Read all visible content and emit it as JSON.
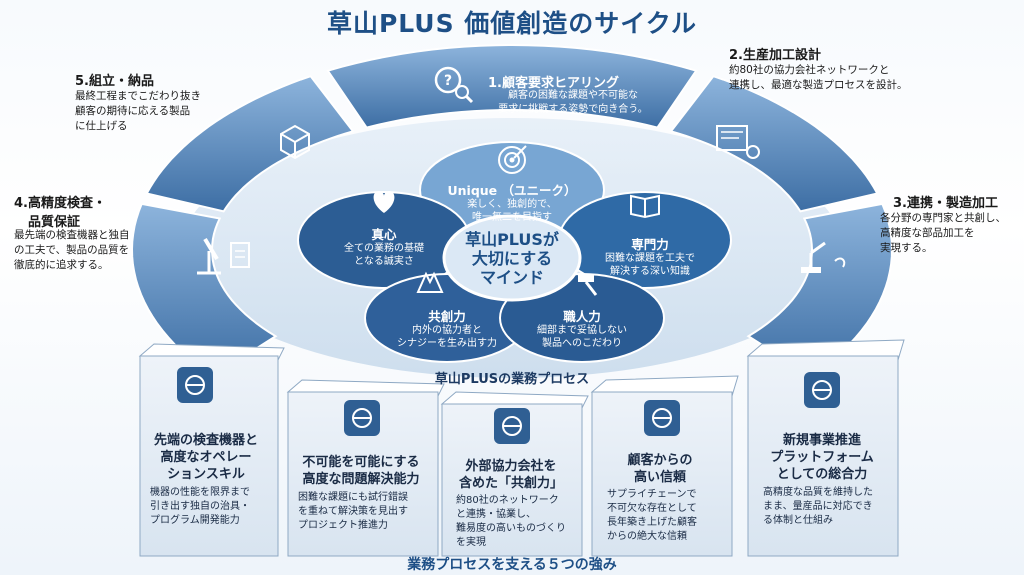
{
  "title": "草山PLUS 価値創造のサイクル",
  "cycle": {
    "step1": {
      "title": "1.顧客要求ヒアリング",
      "desc": [
        "顧客の困難な課題や不可能な",
        "要求に挑戦する姿勢で向き合う。"
      ]
    },
    "step2": {
      "title": "2.生産加工設計",
      "desc": [
        "約80社の協力会社ネットワークと",
        "連携し、最適な製造プロセスを設計。"
      ]
    },
    "step3": {
      "title": "3.連携・製造加工",
      "desc": [
        "各分野の専門家と共創し、",
        "高精度な部品加工を",
        "実現する。"
      ]
    },
    "step4": {
      "title": [
        "4.高精度検査・",
        "品質保証"
      ],
      "desc": [
        "最先端の検査機器と独自",
        "の工夫で、製品の品質を",
        "徹底的に追求する。"
      ]
    },
    "step5": {
      "title": "5.組立・納品",
      "desc": [
        "最終工程までこだわり抜き",
        "顧客の期待に応える製品",
        "に仕上げる"
      ]
    }
  },
  "values": {
    "center": [
      "草山PLUSが",
      "大切にする",
      "マインド"
    ],
    "unique": {
      "title": "Unique （ユニーク）",
      "desc": [
        "楽しく、独創的で、",
        "唯一無二を目指す"
      ]
    },
    "heart": {
      "title": "真心",
      "desc": [
        "全ての業務の基礎",
        "となる誠実さ"
      ]
    },
    "expertise": {
      "title": "専門力",
      "desc": [
        "困難な課題を工夫で",
        "解決する深い知識"
      ]
    },
    "cocreation": {
      "title": "共創力",
      "desc": [
        "内外の協力者と",
        "シナジーを生み出す力"
      ]
    },
    "craftsmanship": {
      "title": "職人力",
      "desc": [
        "細部まで妥協しない",
        "製品へのこだわり"
      ]
    }
  },
  "process_label": "草山PLUSの業務プロセス",
  "strengths": [
    {
      "title": [
        "先端の検査機器と",
        "高度なオペレー",
        "ションスキル"
      ],
      "desc": [
        "機器の性能を限界まで",
        "引き出す独自の治具・",
        "プログラム開発能力"
      ]
    },
    {
      "title": [
        "不可能を可能にする",
        "高度な問題解決能力"
      ],
      "desc": [
        "困難な課題にも試行錯誤",
        "を重ねて解決策を見出す",
        "プロジェクト推進力"
      ]
    },
    {
      "title": [
        "外部協力会社を",
        "含めた「共創力」"
      ],
      "desc": [
        "約80社のネットワーク",
        "と連携・協業し、",
        "難易度の高いものづくり",
        "を実現"
      ]
    },
    {
      "title": [
        "顧客からの",
        "高い信頼"
      ],
      "desc": [
        "サプライチェーンで",
        "不可欠な存在として",
        "長年築き上げた顧客",
        "からの絶大な信頼"
      ]
    },
    {
      "title": [
        "新規事業推進",
        "プラットフォーム",
        "としての総合力"
      ],
      "desc": [
        "高精度な品質を維持した",
        "まま、量産品に対応でき",
        "る体制と仕組み"
      ]
    }
  ],
  "strengths_label": "業務プロセスを支える５つの強み",
  "colors": {
    "ring_light": "#7fa8d2",
    "ring_dark": "#3e6fa3",
    "petal_dark": "#2f5f93",
    "petal_light": "#6f9ccb",
    "title": "#1e4f86"
  }
}
